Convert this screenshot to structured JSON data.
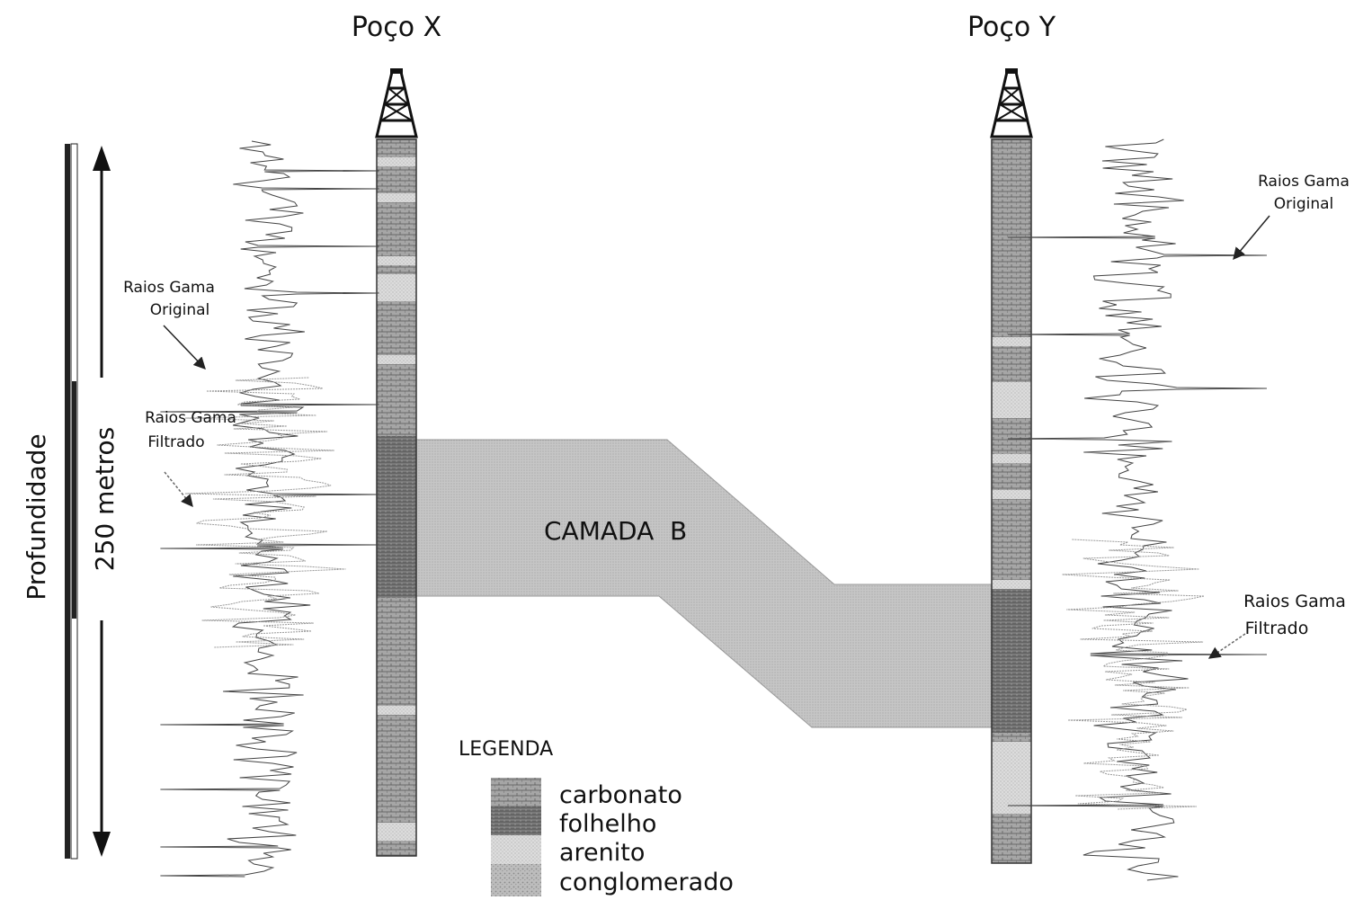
{
  "wells": {
    "x": {
      "title": "Poço X"
    },
    "y": {
      "title": "Poço Y"
    }
  },
  "depth_axis": {
    "label": "Profundidade",
    "scale_label": "250 metros"
  },
  "layer": {
    "label": "CAMADA  B"
  },
  "annotations": {
    "x_original": [
      "Raios Gama",
      "Original"
    ],
    "x_filtered": [
      "Raios Gama",
      "Filtrado"
    ],
    "y_original": [
      "Raios Gama",
      "Original"
    ],
    "y_filtered": [
      "Raios Gama",
      "Filtrado"
    ]
  },
  "legend": {
    "title": "LEGENDA",
    "items": [
      {
        "label": "carbonato",
        "pattern": "carbonato"
      },
      {
        "label": "folhelho",
        "pattern": "folhelho"
      },
      {
        "label": "arenito",
        "pattern": "arenito"
      },
      {
        "label": "conglomerado",
        "pattern": "conglomerado"
      }
    ]
  },
  "colors": {
    "carbonato": "#9a9a9a",
    "folhelho": "#6e6e6e",
    "arenito": "#d6d6d6",
    "conglomerado": "#b8b8b8",
    "layer_fill": "#c4c4c4",
    "ink": "#111111"
  }
}
